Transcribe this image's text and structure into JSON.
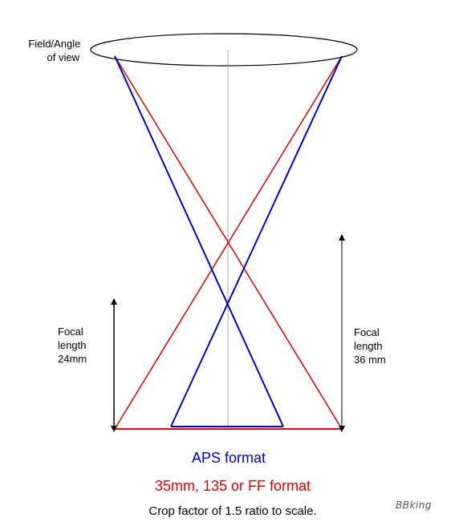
{
  "labels": {
    "field_angle": [
      "Field/Angle",
      "of view"
    ],
    "focal_left": [
      "Focal",
      "length",
      "24mm"
    ],
    "focal_right": [
      "Focal",
      "length",
      "36 mm"
    ]
  },
  "captions": {
    "aps": "APS format",
    "ff": "35mm, 135 or FF format",
    "crop": "Crop factor of 1.5 ratio to scale."
  },
  "signature": "BBking",
  "colors": {
    "aps": "#0000cc",
    "ff": "#e00000",
    "outline": "#000000",
    "axis": "#999999"
  }
}
